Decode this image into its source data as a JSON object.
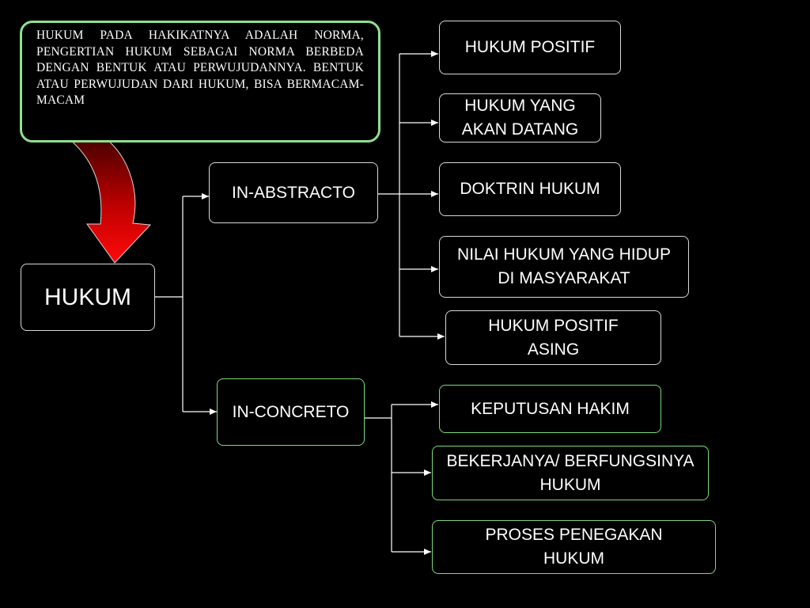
{
  "note": {
    "text": "HUKUM PADA HAKIKATNYA ADALAH NORMA,  PENGERTIAN HUKUM SEBAGAI NORMA BERBEDA DENGAN BENTUK ATAU PERWUJUDANNYA. BENTUK ATAU PERWUJUDAN DARI HUKUM, BISA BERMACAM-MACAM"
  },
  "root": {
    "label": "HUKUM"
  },
  "branches": {
    "abstracto": {
      "label": "IN-ABSTRACTO",
      "children": [
        "HUKUM POSITIF",
        "HUKUM YANG AKAN DATANG",
        "DOKTRIN HUKUM",
        "NILAI HUKUM YANG HIDUP DI MASYARAKAT",
        "HUKUM POSITIF ASING"
      ]
    },
    "concreto": {
      "label": "IN-CONCRETO",
      "children": [
        "KEPUTUSAN HAKIM",
        "BEKERJANYA/ BERFUNGSINYA HUKUM",
        "PROSES PENEGAKAN HUKUM"
      ]
    }
  },
  "colors": {
    "background": "#000000",
    "white_border": "#d8d8d8",
    "green_border": "#7ed87e",
    "arrow_red": "#e00000",
    "connector": "#ffffff"
  }
}
